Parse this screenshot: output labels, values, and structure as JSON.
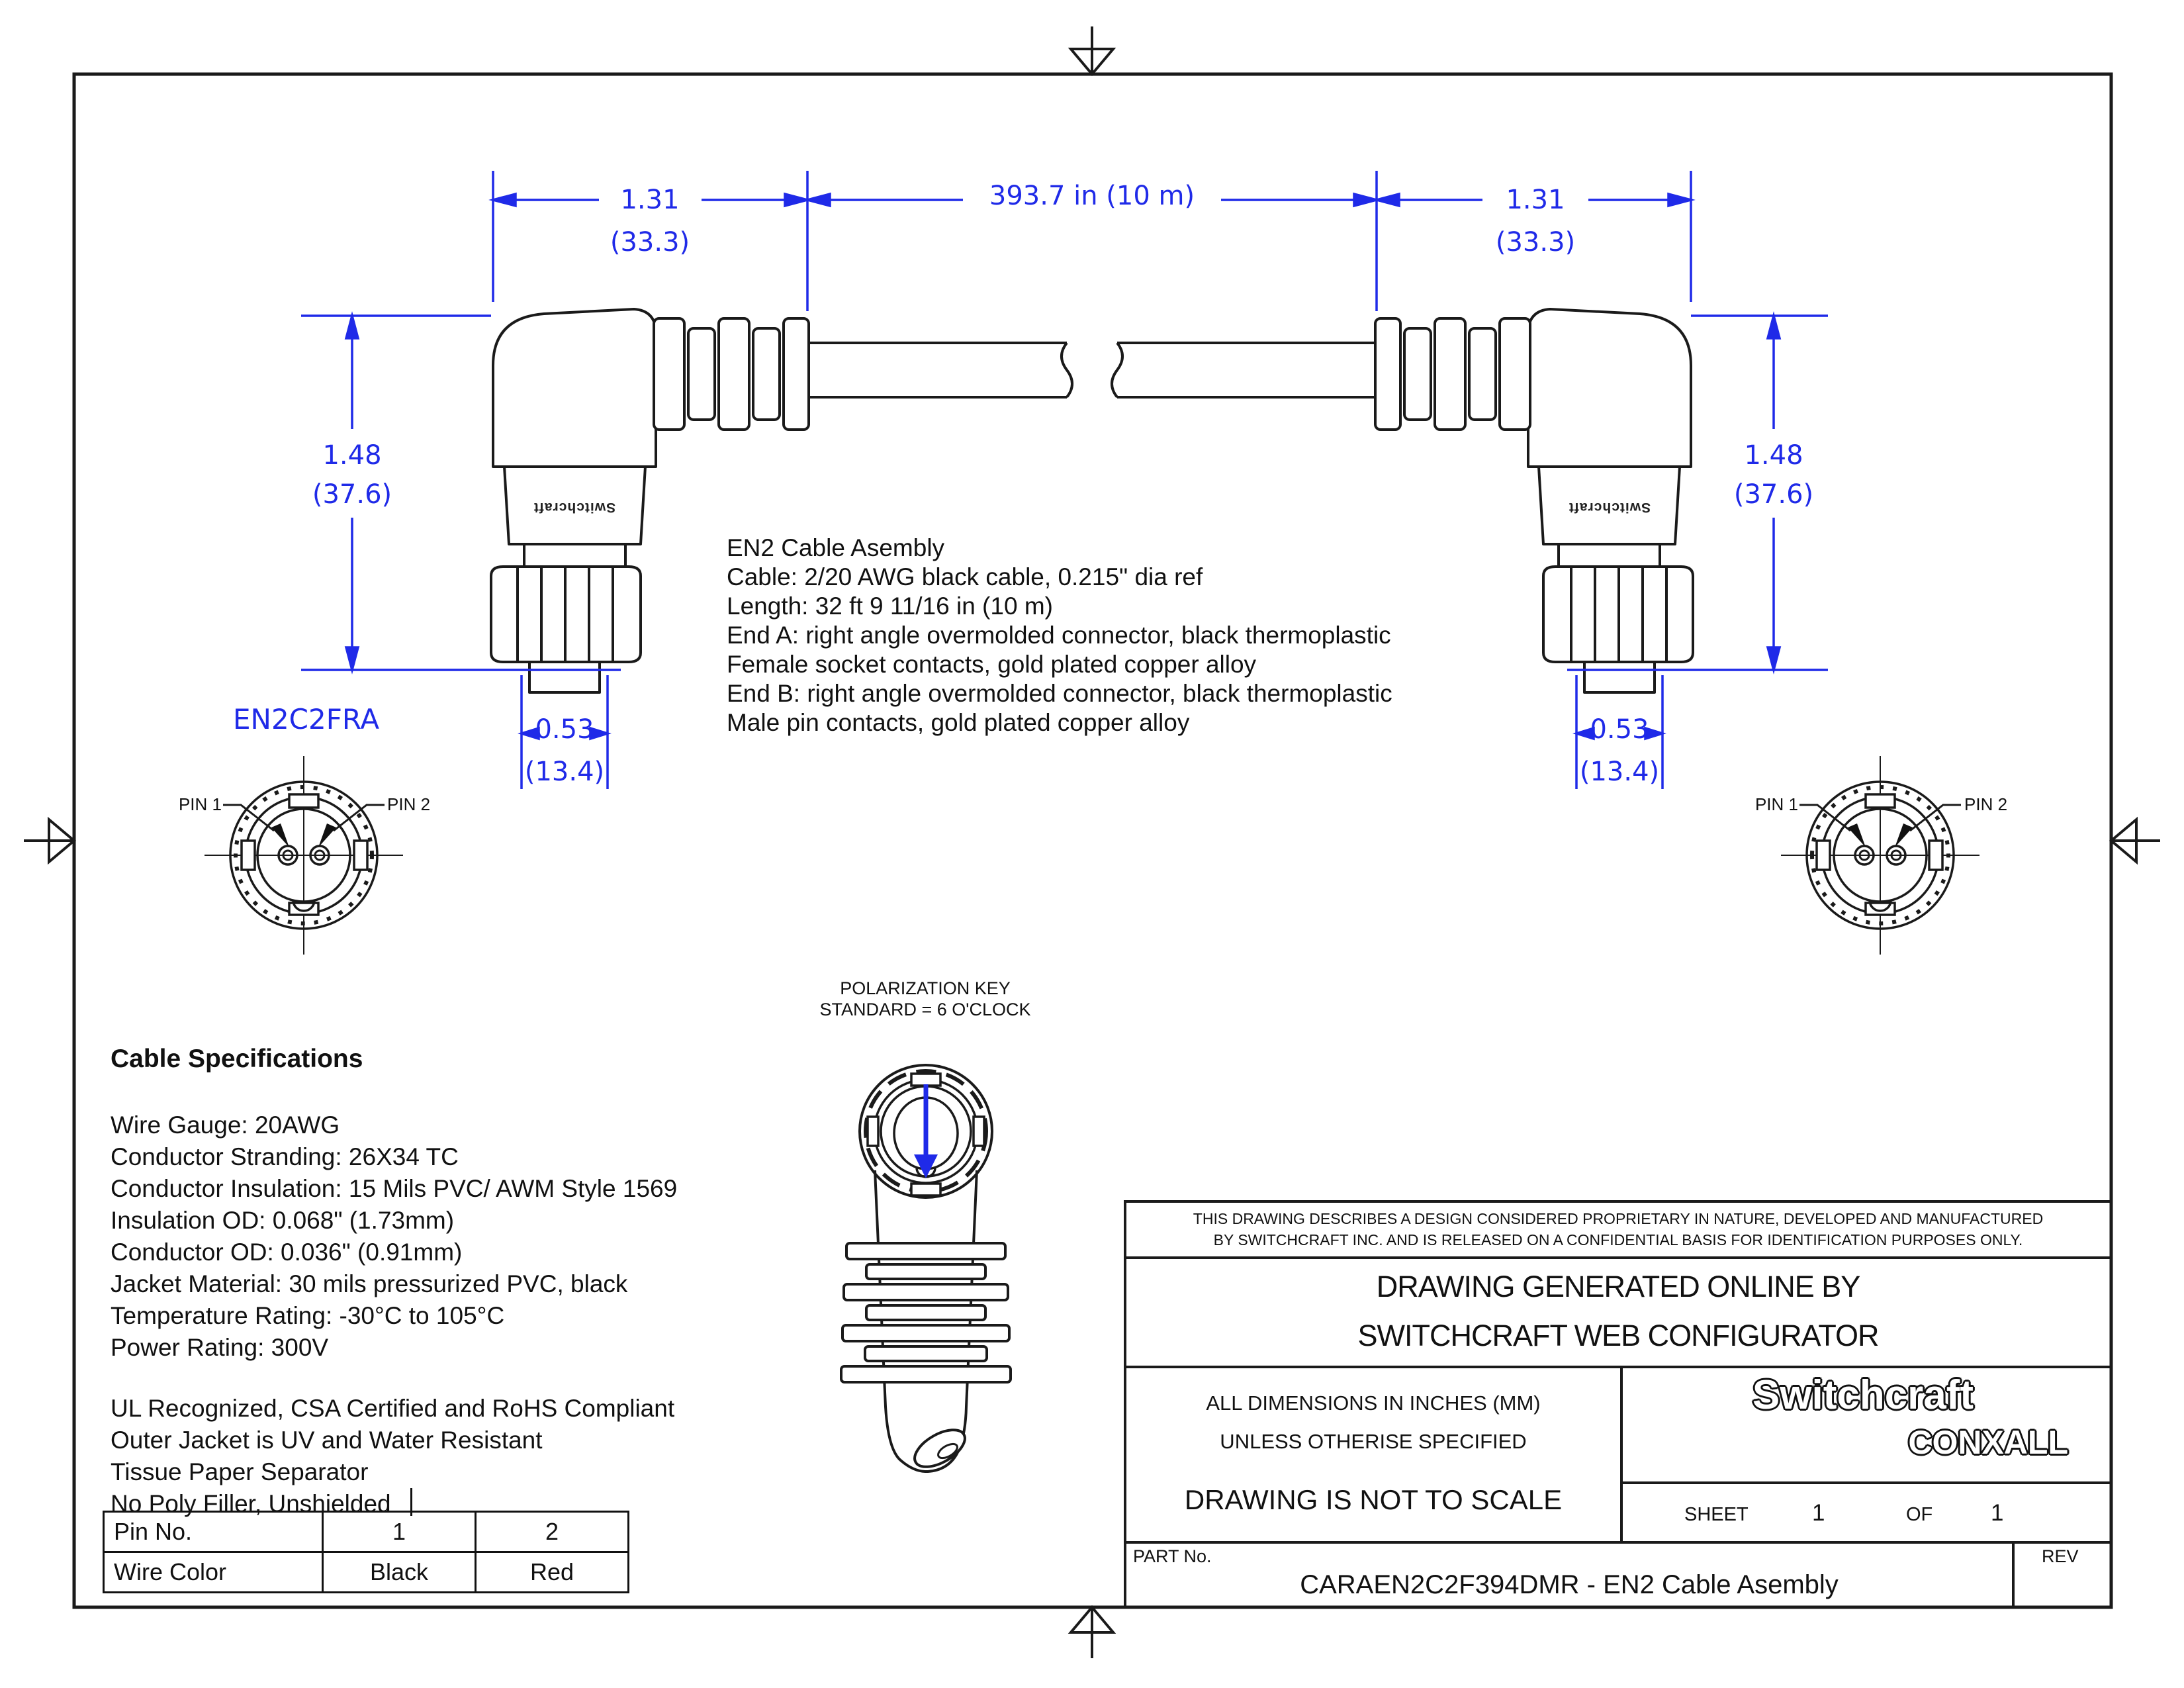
{
  "page": {
    "background": "#ffffff",
    "line_color": "#1a1a1a",
    "dimension_color": "#1f2ae8"
  },
  "dimensions": {
    "end_a_length_in": "1.31",
    "end_a_length_mm": "(33.3)",
    "cable_length": "393.7 in (10 m)",
    "end_b_length_in": "1.31",
    "end_b_length_mm": "(33.3)",
    "height_left_in": "1.48",
    "height_left_mm": "(37.6)",
    "height_right_in": "1.48",
    "height_right_mm": "(37.6)",
    "stub_left_in": "0.53",
    "stub_left_mm": "(13.4)",
    "stub_right_in": "0.53",
    "stub_right_mm": "(13.4)"
  },
  "part_label": "EN2C2FRA",
  "connector_brand": "Switchcraft",
  "description": {
    "lines": [
      "EN2 Cable Asembly",
      "Cable: 2/20 AWG black cable, 0.215\" dia ref",
      "Length: 32 ft 9 11/16 in (10 m)",
      "End A: right angle overmolded connector, black thermoplastic",
      "Female socket contacts, gold plated copper alloy",
      "End B: right angle overmolded connector, black thermoplastic",
      "Male pin contacts, gold plated copper alloy"
    ]
  },
  "pin_faces": {
    "left": {
      "pin1": "PIN 1",
      "pin2": "PIN 2"
    },
    "right": {
      "pin1": "PIN 1",
      "pin2": "PIN 2"
    }
  },
  "polarization": {
    "line1": "POLARIZATION KEY",
    "line2": "STANDARD = 6 O'CLOCK"
  },
  "cable_specs": {
    "heading": "Cable Specifications",
    "lines": [
      "Wire Gauge: 20AWG",
      "Conductor Stranding: 26X34 TC",
      "Conductor Insulation: 15 Mils PVC/ AWM Style 1569",
      "Insulation OD: 0.068\" (1.73mm)",
      "Conductor OD: 0.036\" (0.91mm)",
      "Jacket Material: 30 mils pressurized PVC, black",
      "Temperature Rating: -30°C to 105°C",
      "Power Rating: 300V"
    ],
    "notes": [
      "UL Recognized, CSA Certified and RoHS Compliant",
      "Outer Jacket is UV and Water Resistant",
      "Tissue Paper Separator",
      "No Poly Filler, Unshielded"
    ]
  },
  "pin_table": {
    "rows": [
      [
        "Pin No.",
        "1",
        "2"
      ],
      [
        "Wire Color",
        "Black",
        "Red"
      ]
    ]
  },
  "title_block": {
    "proprietary_line1": "THIS DRAWING DESCRIBES A DESIGN CONSIDERED PROPRIETARY IN NATURE, DEVELOPED AND MANUFACTURED",
    "proprietary_line2": "BY SWITCHCRAFT INC. AND IS RELEASED ON A CONFIDENTIAL BASIS FOR IDENTIFICATION PURPOSES ONLY.",
    "generated_line1": "DRAWING GENERATED ONLINE BY",
    "generated_line2": "SWITCHCRAFT WEB CONFIGURATOR",
    "units_line1": "ALL DIMENSIONS IN INCHES (MM)",
    "units_line2": "UNLESS OTHERISE SPECIFIED",
    "scale_note": "DRAWING IS NOT TO SCALE",
    "logo_line1": "Switchcraft",
    "logo_line2": "CONXALL",
    "sheet_label": "SHEET",
    "sheet_number": "1",
    "of_label": "OF",
    "sheet_total": "1",
    "part_no_label": "PART No.",
    "part_no": "CARAEN2C2F394DMR - EN2 Cable Asembly",
    "rev_label": "REV"
  }
}
